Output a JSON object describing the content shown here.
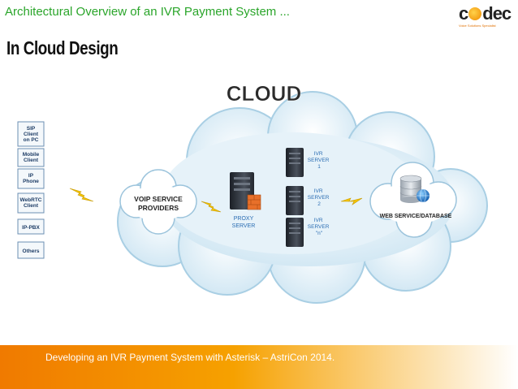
{
  "slide": {
    "title": "Architectural Overview of an IVR Payment System ...",
    "subtitle": "In Cloud Design",
    "footer": "Developing an IVR Payment System with Asterisk – AstriCon 2014."
  },
  "logo": {
    "text_c": "c",
    "text_rest": "dec",
    "tagline": "Voice Solutions Specialist"
  },
  "diagram": {
    "cloud_label": "CLOUD",
    "clients": [
      "SIP Client on PC",
      "Mobile Client",
      "IP Phone",
      "WebRTC Client",
      "IP-PBX",
      "Others"
    ],
    "voip_label_line1": "VOIP SERVICE",
    "voip_label_line2": "PROVIDERS",
    "proxy_label_line1": "PROXY",
    "proxy_label_line2": "SERVER",
    "ivr_servers": [
      {
        "line1": "IVR",
        "line2": "SERVER",
        "line3": "1"
      },
      {
        "line1": "IVR",
        "line2": "SERVER",
        "line3": "2"
      },
      {
        "line1": "IVR",
        "line2": "SERVER",
        "line3": "\"n\""
      }
    ],
    "web_label": "WEB SERVICE/DATABASE"
  },
  "colors": {
    "title_green": "#2aa52a",
    "cloud_light": "#d9edf7",
    "cloud_edge": "#a9cfe4",
    "label_blue": "#2a6db3",
    "footer_orange": "#f07a00",
    "lightning": "#f5c400"
  }
}
